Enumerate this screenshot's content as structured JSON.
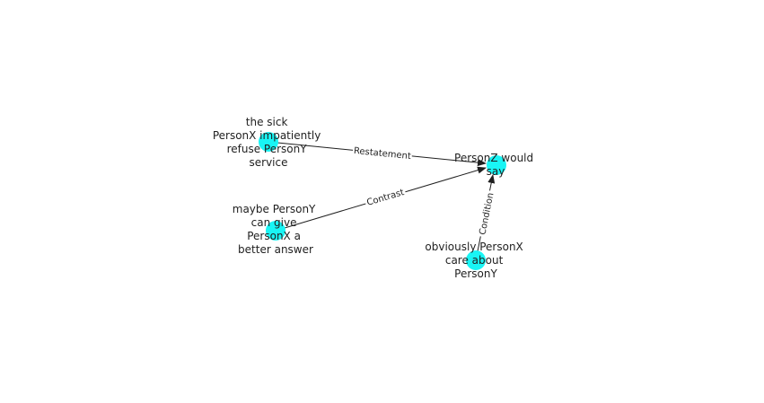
{
  "colors": {
    "node": "#19f5f5",
    "edge": "#1f1f1f",
    "label_bg": "#ffffff"
  },
  "nodes": {
    "sick": {
      "label": [
        "the sick",
        "PersonX impatiently",
        "refuse PersonY",
        "service"
      ]
    },
    "maybe": {
      "label": [
        "maybe PersonY",
        "can give",
        "PersonX a",
        "better answer"
      ]
    },
    "personz": {
      "label": [
        "PersonZ would",
        "say"
      ]
    },
    "obviously": {
      "label": [
        "obviously PersonX",
        "care about",
        "PersonY"
      ]
    }
  },
  "edges": {
    "restatement": {
      "label": "Restatement"
    },
    "contrast": {
      "label": "Contrast"
    },
    "condition": {
      "label": "Condition"
    }
  }
}
